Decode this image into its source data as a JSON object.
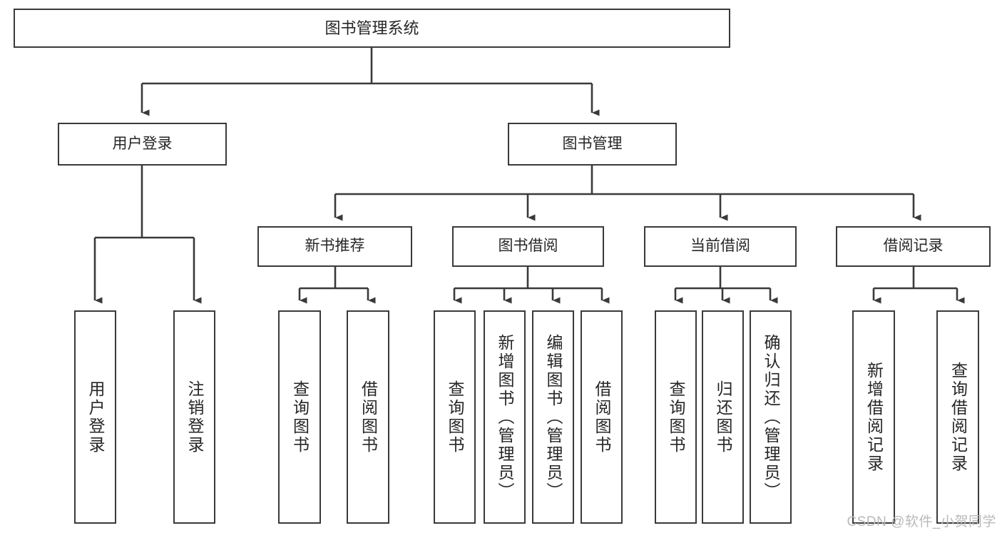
{
  "diagram": {
    "title": "图书管理系统",
    "type": "hierarchy-tree",
    "watermark": "CSDN @软件_小贺同学",
    "colors": {
      "stroke": "#3a3a3a",
      "fill": "#ffffff",
      "text": "#262626",
      "watermark": "#b9b9b9"
    },
    "levels": [
      {
        "level": 1,
        "nodes": [
          {
            "id": "root",
            "label": "图书管理系统",
            "orientation": "horizontal"
          }
        ]
      },
      {
        "level": 2,
        "nodes": [
          {
            "id": "user-login",
            "label": "用户登录",
            "orientation": "horizontal",
            "parent": "root"
          },
          {
            "id": "book-manage",
            "label": "图书管理",
            "orientation": "horizontal",
            "parent": "root"
          }
        ]
      },
      {
        "level": 3,
        "nodes": [
          {
            "id": "new-book-rec",
            "label": "新书推荐",
            "orientation": "horizontal",
            "parent": "book-manage"
          },
          {
            "id": "book-borrow",
            "label": "图书借阅",
            "orientation": "horizontal",
            "parent": "book-manage"
          },
          {
            "id": "current-borrow",
            "label": "当前借阅",
            "orientation": "horizontal",
            "parent": "book-manage"
          },
          {
            "id": "borrow-record",
            "label": "借阅记录",
            "orientation": "horizontal",
            "parent": "book-manage"
          }
        ]
      },
      {
        "level": 4,
        "nodes": [
          {
            "id": "leaf-user-login",
            "label": "用户登录",
            "orientation": "vertical",
            "parent": "user-login"
          },
          {
            "id": "leaf-user-logout",
            "label": "注销登录",
            "orientation": "vertical",
            "parent": "user-login"
          },
          {
            "id": "leaf-query-book-1",
            "label": "查询图书",
            "orientation": "vertical",
            "parent": "new-book-rec"
          },
          {
            "id": "leaf-borrow-book-1",
            "label": "借阅图书",
            "orientation": "vertical",
            "parent": "new-book-rec"
          },
          {
            "id": "leaf-query-book-2",
            "label": "查询图书",
            "orientation": "vertical",
            "parent": "book-borrow"
          },
          {
            "id": "leaf-add-book",
            "label": "新增图书（管理员）",
            "orientation": "vertical",
            "parent": "book-borrow"
          },
          {
            "id": "leaf-edit-book",
            "label": "编辑图书（管理员）",
            "orientation": "vertical",
            "parent": "book-borrow"
          },
          {
            "id": "leaf-borrow-book-2",
            "label": "借阅图书",
            "orientation": "vertical",
            "parent": "book-borrow"
          },
          {
            "id": "leaf-query-book-3",
            "label": "查询图书",
            "orientation": "vertical",
            "parent": "current-borrow"
          },
          {
            "id": "leaf-return-book",
            "label": "归还图书",
            "orientation": "vertical",
            "parent": "current-borrow"
          },
          {
            "id": "leaf-confirm-return",
            "label": "确认归还（管理员）",
            "orientation": "vertical",
            "parent": "current-borrow"
          },
          {
            "id": "leaf-add-record",
            "label": "新增借阅记录",
            "orientation": "vertical",
            "parent": "borrow-record"
          },
          {
            "id": "leaf-query-record",
            "label": "查询借阅记录",
            "orientation": "vertical",
            "parent": "borrow-record"
          }
        ]
      }
    ]
  }
}
